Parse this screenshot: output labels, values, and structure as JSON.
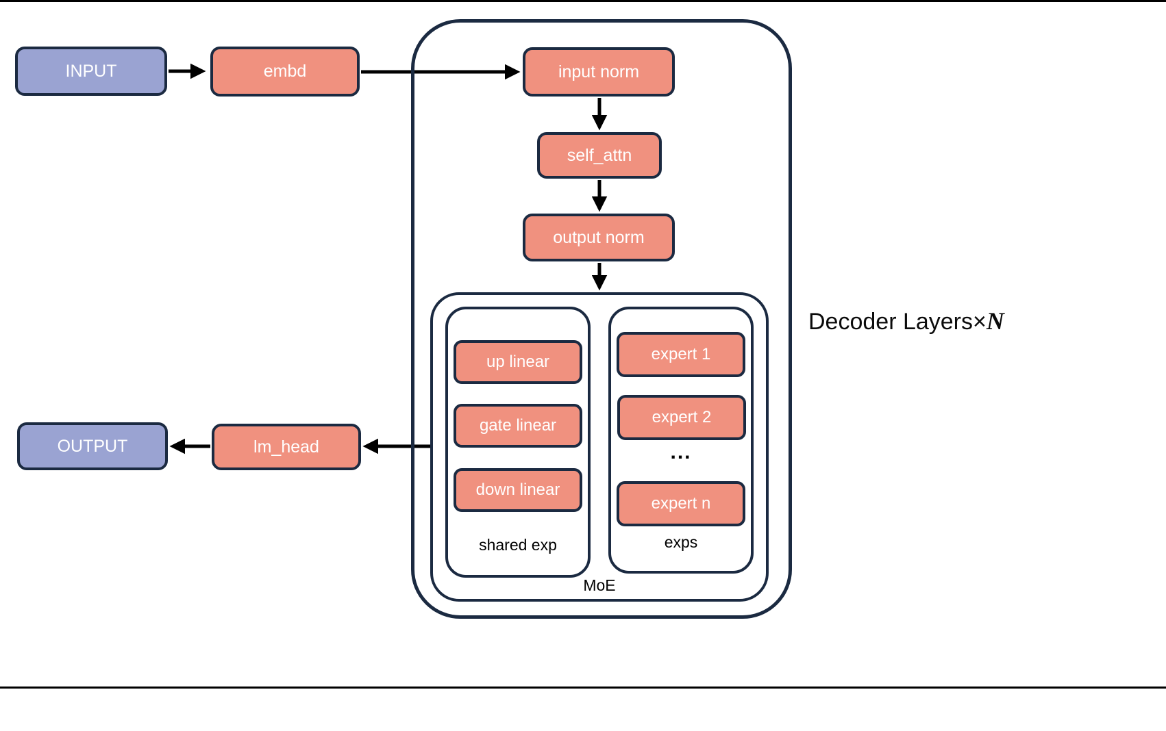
{
  "nodes": {
    "input": "INPUT",
    "embd": "embd",
    "input_norm": "input norm",
    "self_attn": "self_attn",
    "output_norm": "output norm",
    "up_linear": "up linear",
    "gate_linear": "gate linear",
    "down_linear": "down linear",
    "expert_1": "expert 1",
    "expert_2": "expert 2",
    "expert_ellipsis": "...",
    "expert_n": "expert n",
    "lm_head": "lm_head",
    "output": "OUTPUT"
  },
  "labels": {
    "shared_exp": "shared exp",
    "exps": "exps",
    "moe": "MoE",
    "decoder_layers_prefix": "Decoder Layers×",
    "decoder_layers_n": "N"
  },
  "colors": {
    "module_fill": "#F0917F",
    "io_fill": "#9AA3D2",
    "outline": "#1B2A41",
    "arrow": "#000000",
    "background": "#FFFFFF"
  }
}
